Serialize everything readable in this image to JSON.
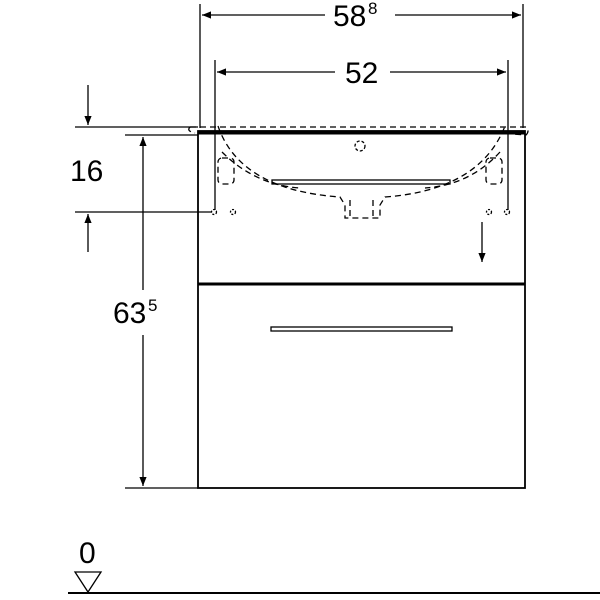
{
  "dimensions": {
    "overall_width": {
      "main": "58",
      "sup": "8"
    },
    "basin_width": {
      "main": "52"
    },
    "basin_depth": {
      "main": "16"
    },
    "cabinet_height": {
      "main": "63",
      "sup": "5"
    },
    "floor_level": {
      "main": "0"
    }
  }
}
